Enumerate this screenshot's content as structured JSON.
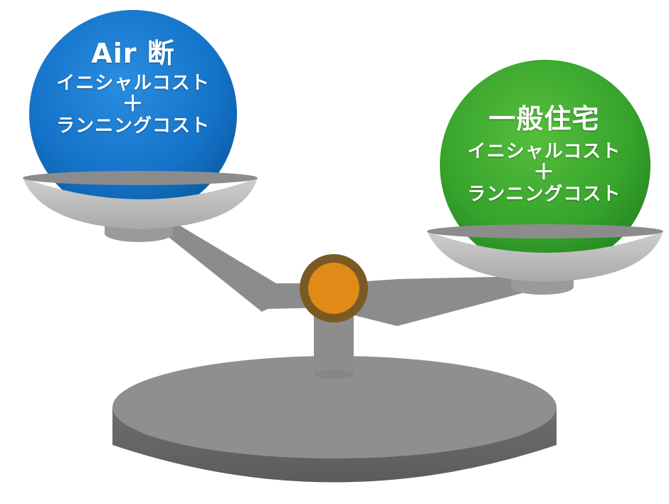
{
  "left_pan": {
    "title": "Air 断",
    "line1": "イニシャルコスト",
    "plus": "＋",
    "line2": "ランニングコスト",
    "ball_color": "#1677cc"
  },
  "right_pan": {
    "title": "一般住宅",
    "line1": "イニシャルコスト",
    "plus": "＋",
    "line2": "ランニングコスト",
    "ball_color": "#3aa830"
  },
  "colors": {
    "scale_dark": "#6f6f6f",
    "scale_mid": "#8c8c8c",
    "scale_light": "#bdbdbd",
    "pivot_outer": "#7a5a24",
    "pivot_inner": "#e08a17"
  },
  "icons": {
    "scale": "balance-scale-icon",
    "pivot": "pivot-icon"
  }
}
